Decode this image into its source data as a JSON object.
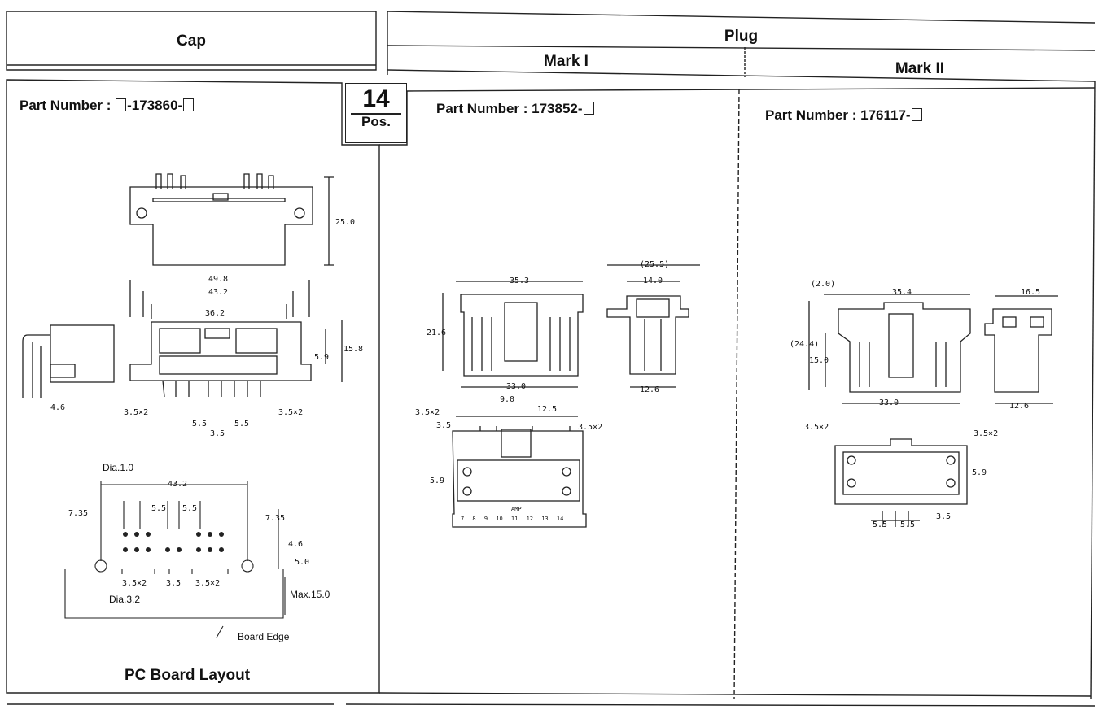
{
  "headers": {
    "cap": "Cap",
    "plug": "Plug",
    "mark1": "Mark I",
    "mark2": "Mark II"
  },
  "position_badge": {
    "count": "14",
    "unit": "Pos."
  },
  "cap": {
    "part_prefix": "Part Number : ",
    "part_core": "-173860-",
    "dims": {
      "h25": "25.0",
      "w498": "49.8",
      "w432": "43.2",
      "w362": "36.2",
      "h158": "15.8",
      "h59": "5.9",
      "s46": "4.6",
      "p35x2a": "3.5×2",
      "p55a": "5.5",
      "p55b": "5.5",
      "p35": "3.5",
      "p35x2b": "3.5×2"
    },
    "pcb": {
      "dia10": "Dia.1.0",
      "w432": "43.2",
      "e735a": "7.35",
      "e735b": "7.35",
      "s55a": "5.5",
      "s55b": "5.5",
      "v46": "4.6",
      "v50": "5.0",
      "b35x2a": "3.5×2",
      "b35": "3.5",
      "b35x2b": "3.5×2",
      "dia32": "Dia.3.2",
      "max15": "Max.15.0",
      "board_edge": "Board Edge",
      "title": "PC Board Layout"
    }
  },
  "mark1": {
    "part_prefix": "Part Number : 173852-",
    "dims": {
      "w353": "35.3",
      "w255": "(25.5)",
      "w140": "14.0",
      "h216": "21.6",
      "w330": "33.0",
      "w126": "12.6",
      "p35x2a": "3.5×2",
      "p90": "9.0",
      "p125": "12.5",
      "p35": "3.5",
      "p35x2b": "3.5×2",
      "h59": "5.9",
      "amp": "AMP",
      "pins": "7 8 9 10 11 12 13 14"
    }
  },
  "mark2": {
    "part_prefix": "Part Number : 176117-",
    "dims": {
      "w20": "(2.0)",
      "w354": "35.4",
      "w165": "16.5",
      "h244": "(24.4)",
      "h150": "15.0",
      "w330": "33.0",
      "w126": "12.6",
      "p35x2a": "3.5×2",
      "p35x2b": "3.5×2",
      "h59": "5.9",
      "p35": "3.5",
      "p55a": "5.5",
      "p55b": "5.5"
    }
  }
}
